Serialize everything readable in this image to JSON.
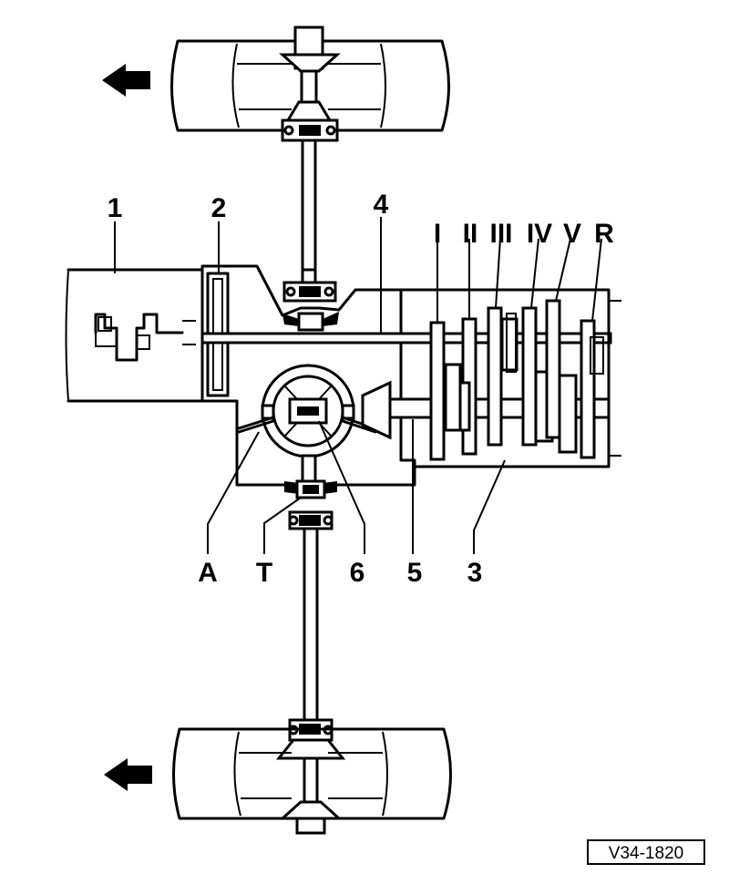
{
  "diagram": {
    "labels": {
      "engine": "1",
      "clutch": "2",
      "input_shaft": "4",
      "gear_1": "I",
      "gear_2": "II",
      "gear_3": "III",
      "gear_4": "IV",
      "gear_5": "V",
      "gear_r": "R",
      "a": "A",
      "t": "T",
      "differential": "6",
      "pinion_shaft": "5",
      "gearbox": "3"
    },
    "reference": "V34-1820"
  }
}
